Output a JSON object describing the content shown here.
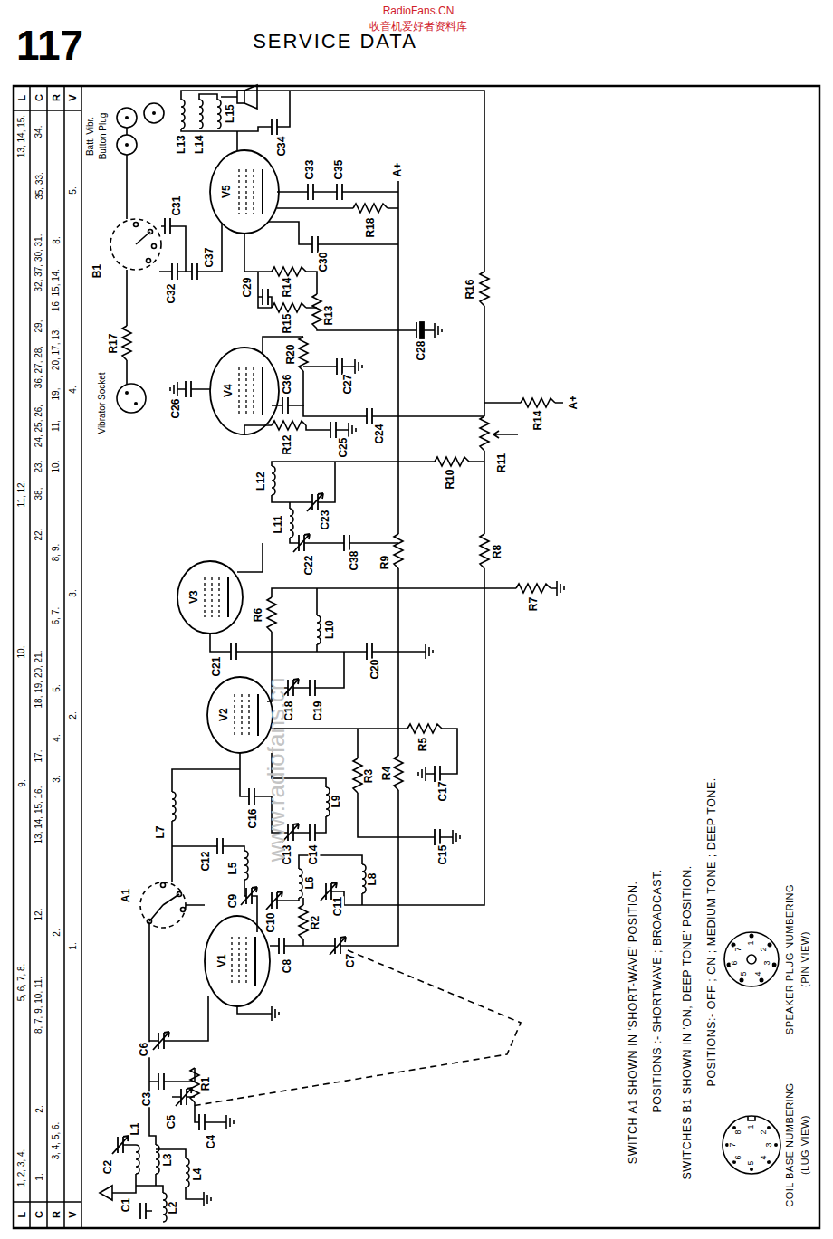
{
  "diagram": {
    "title": "SERVICE DATA",
    "labels": [
      "117",
      "RadioFans.CN",
      "收音机爱好者资料库",
      "L",
      "C",
      "R",
      "V",
      "13, 14, 15.",
      "11, 12.",
      "10.",
      "9.",
      "5, 6, 7, 8.",
      "1, 2, 3, 4.",
      "34.",
      "35, 33.",
      "32, 37, 30, 31.",
      "29,",
      "36, 27, 28,",
      "24, 25, 26,",
      "23.",
      "38,",
      "22.",
      "18, 19, 20, 21.",
      "17.",
      "13, 14, 15, 16.",
      "12.",
      "8, 7, 9, 10, 11.",
      "2.",
      "1.",
      "8.",
      "16, 15, 14.",
      "20, 17, 13.",
      "19,",
      "11,",
      "10.",
      "8, 9.",
      "6, 7.",
      "5.",
      "4.",
      "3.",
      "2.",
      "3, 4, 5, 6.",
      "5.",
      "4.",
      "3.",
      "2.",
      "1.",
      "L",
      "C",
      "R",
      "V",
      "V5",
      "V4",
      "V3",
      "V2",
      "V1",
      "L13",
      "L14",
      "L15",
      "C34",
      "A+",
      "R18",
      "C33",
      "C35",
      "C30",
      "R14",
      "C29",
      "R15",
      "R13",
      "C37",
      "C32",
      "C31",
      "B1",
      "R17",
      "Vibrator Socket",
      "Batt. Vibr.",
      "Button Plug",
      "C26",
      "C36",
      "R20",
      "C27",
      "R12",
      "C25",
      "C24",
      "C28",
      "R16",
      "R14",
      "A+",
      "R11",
      "R10",
      "L12",
      "C23",
      "L11",
      "C38",
      "C22",
      "R9",
      "R8",
      "R7",
      "R6",
      "L10",
      "C21",
      "C20",
      "C18",
      "C19",
      "R5",
      "R4",
      "R3",
      "C17",
      "C16",
      "L9",
      "C14",
      "C13",
      "C15",
      "L7",
      "C12",
      "L5",
      "C9",
      "L6",
      "C11",
      "L8",
      "C10",
      "C8",
      "R2",
      "C7",
      "A1",
      "C6",
      "C3",
      "R1",
      "C5",
      "C4",
      "C2",
      "L1",
      "L3",
      "L4",
      "L2",
      "C1",
      "SWITCH A1 SHOWN IN 'SHORT-WAVE' POSITION.",
      "POSITIONS :- SHORTWAVE ; BROADCAST.",
      "SWITCHES B1 SHOWN IN 'ON, DEEP TONE' POSITION.",
      "POSITIONS:- OFF ; ON ; MEDIUM TONE ; DEEP TONE.",
      "COIL BASE NUMBERING",
      "(LUG VIEW)",
      "SPEAKER PLUG NUMBERING",
      "(PIN VIEW)",
      "1",
      "2",
      "3",
      "4",
      "5",
      "6",
      "7",
      "8",
      "1",
      "2",
      "3",
      "4",
      "5",
      "6",
      "7",
      "www.radiofans.cn"
    ]
  }
}
